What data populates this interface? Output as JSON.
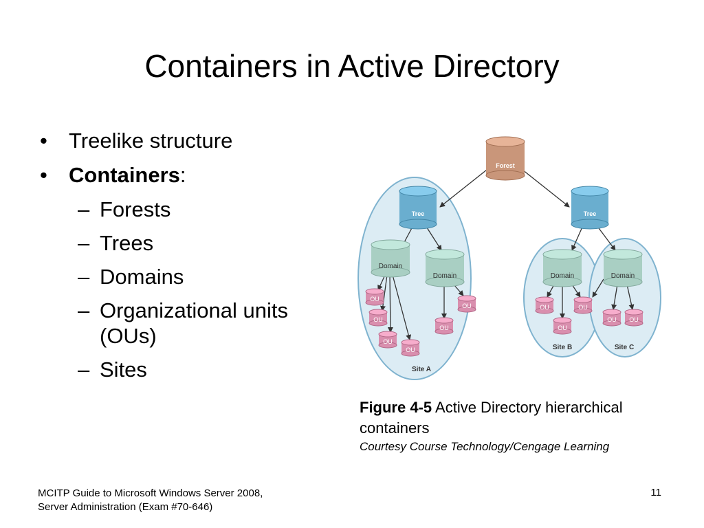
{
  "slide": {
    "title": "Containers in Active Directory",
    "bullets": {
      "item1": "Treelike structure",
      "item2_bold": "Containers",
      "item2_rest": ":",
      "sub": [
        "Forests",
        "Trees",
        "Domains"
      ],
      "sub4_line1": "Organizational units",
      "sub4_line2": "(OUs)",
      "sub5": "Sites"
    },
    "caption": {
      "figure_label": "Figure 4-5",
      "text": " Active Directory hierarchical containers",
      "credit": "Courtesy Course Technology/Cengage Learning"
    },
    "footer": {
      "line1": "MCITP Guide to Microsoft Windows Server 2008,",
      "line2": "Server Administration (Exam #70-646)"
    },
    "page_number": "11"
  },
  "diagram": {
    "forest": "Forest",
    "tree": "Tree",
    "domain": "Domain",
    "ou": "OU",
    "site_a": "Site A",
    "site_b": "Site B",
    "site_c": "Site C"
  },
  "colors": {
    "forest": "#c9967a",
    "tree": "#6aaecf",
    "domain": "#a9cfc3",
    "ou": "#d98fae",
    "site_fill": "#dcecf4",
    "site_stroke": "#7fb3cf"
  }
}
